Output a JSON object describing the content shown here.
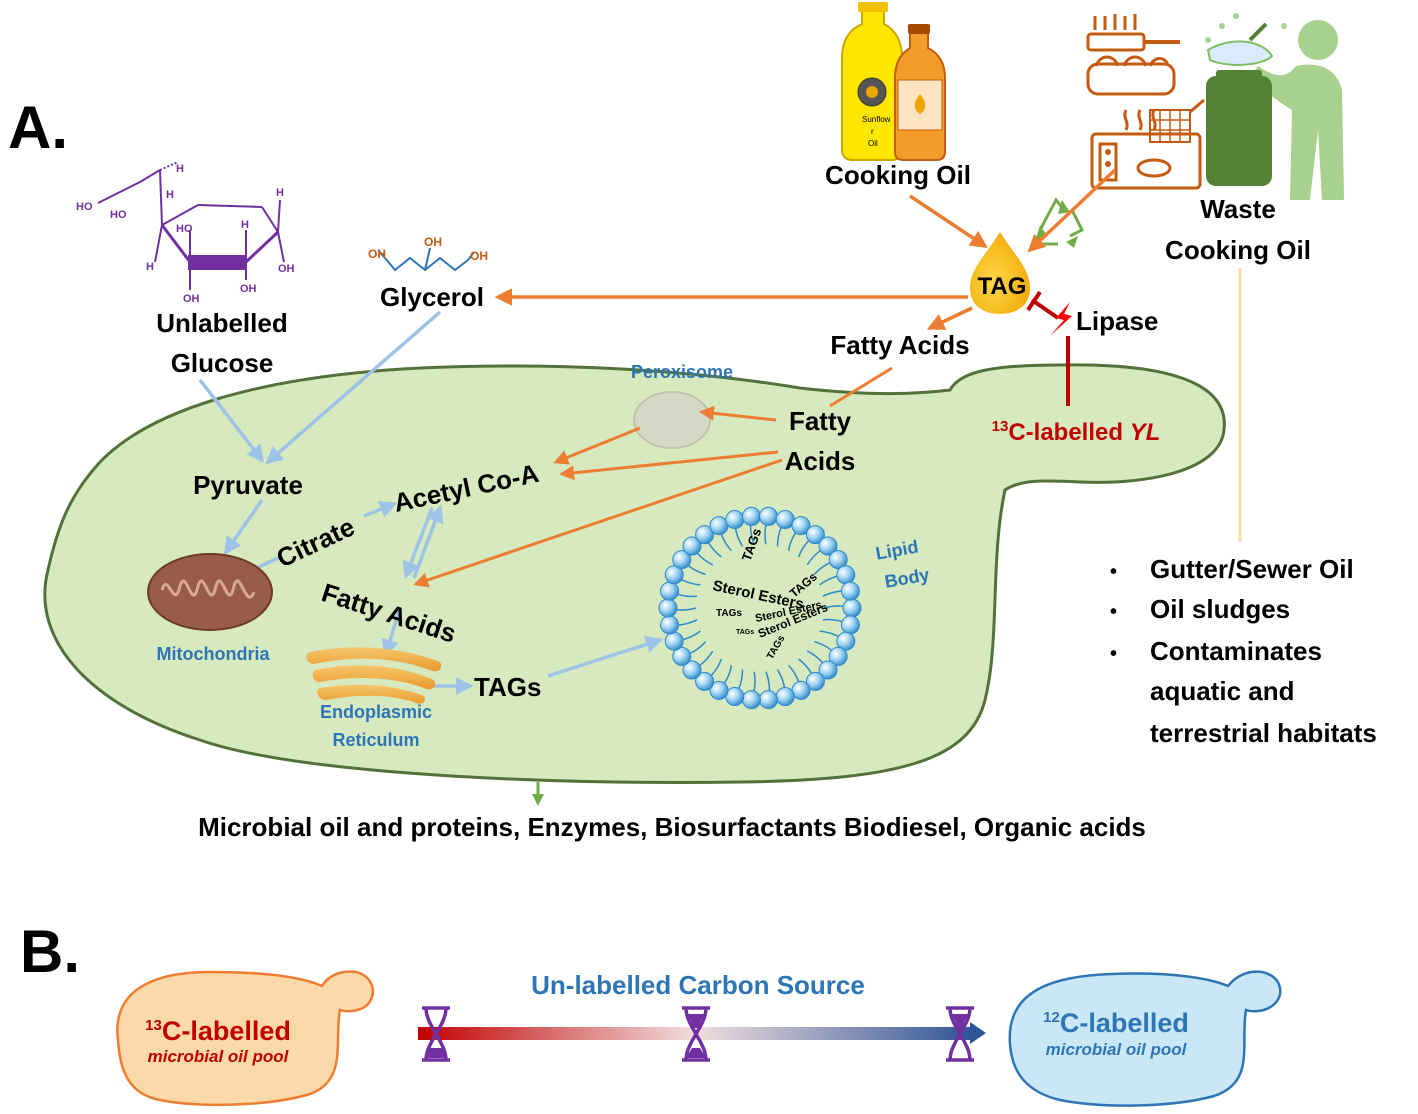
{
  "panel_a": {
    "letter": "A.",
    "glucose_label": [
      "Unlabelled",
      "Glucose"
    ],
    "glucose_atoms": [
      "HO",
      "HO",
      "H",
      "H",
      "HO",
      "H",
      "H",
      "H",
      "OH",
      "OH",
      "OH"
    ],
    "glycerol_atoms": [
      "OH",
      "OH",
      "OH"
    ],
    "glycerol": "Glycerol",
    "cooking_oil": "Cooking Oil",
    "bottle_label": [
      "Sunflow",
      "r",
      "Oil"
    ],
    "waste_cooking_oil": [
      "Waste",
      "Cooking Oil"
    ],
    "tag": "TAG",
    "lipase": "Lipase",
    "fatty_acids_outer": "Fatty Acids",
    "peroxisome": "Peroxisome",
    "fatty_acids_inner": [
      "Fatty",
      "Acids"
    ],
    "labelled_yl": {
      "sup": "13",
      "text": "C-labelled ",
      "italic": "YL"
    },
    "pyruvate": "Pyruvate",
    "citrate": "Citrate",
    "acetyl_coa": "Acetyl Co-A",
    "fatty_acids_er": "Fatty Acids",
    "mitochondria": "Mitochondria",
    "er": [
      "Endoplasmic",
      "Reticulum"
    ],
    "tags": "TAGs",
    "lipid_body": [
      "Lipid",
      "Body"
    ],
    "lipid_contents": [
      "TAGs",
      "Sterol Esters",
      "TAGs",
      "TAGs",
      "Sterol Esters",
      "TAGs",
      "Sterol Esters",
      "TAGs"
    ],
    "bullets": [
      "Gutter/Sewer Oil",
      "Oil sludges",
      "Contaminates",
      "aquatic and",
      "terrestrial habitats"
    ],
    "products": "Microbial oil and proteins, Enzymes, Biosurfactants Biodiesel, Organic acids"
  },
  "panel_b": {
    "letter": "B.",
    "left_cell": {
      "sup": "13",
      "title": "C-labelled",
      "sub": "microbial oil pool"
    },
    "arrow_label": "Un-labelled Carbon Source",
    "right_cell": {
      "sup": "12",
      "title": "C-labelled",
      "sub": "microbial oil pool"
    }
  },
  "colors": {
    "cell_fill": "#d6e9bf",
    "cell_stroke": "#53723a",
    "orange_arrow": "#ed7d31",
    "blue_arrow": "#9dc3e6",
    "red": "#c00000",
    "blue_text": "#2e75b6",
    "purple": "#7030a0",
    "left_cell_fill": "#fbd9a8",
    "right_cell_fill": "#c9e7f5"
  }
}
